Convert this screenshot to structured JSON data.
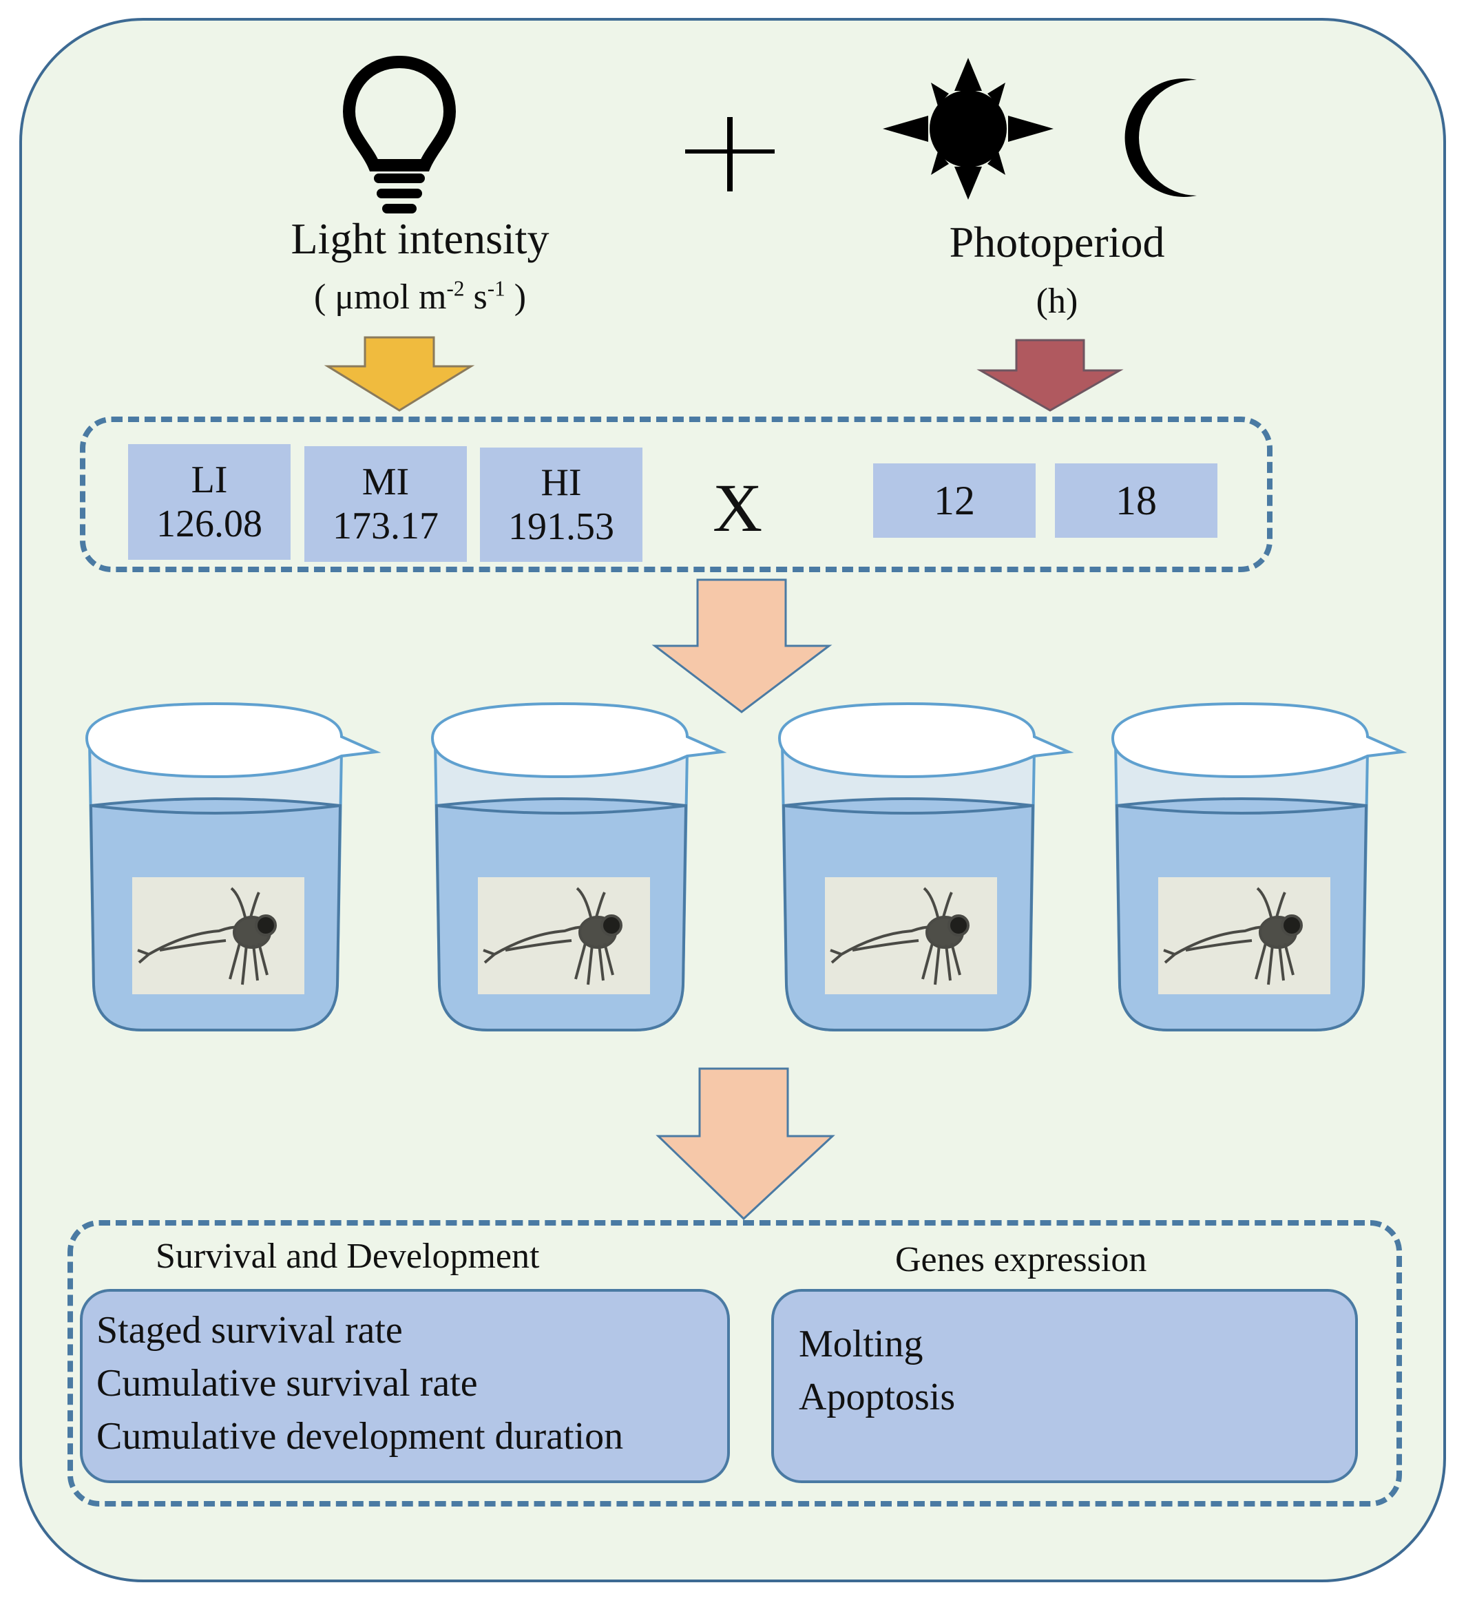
{
  "factors": {
    "light": {
      "icon": "light-bulb-icon",
      "title": "Light intensity",
      "unit_open": "( μmol m",
      "unit_exp1": "-2",
      "unit_mid": " s",
      "unit_exp2": "-1",
      "unit_close": " )",
      "arrow_color": "#f0bb3e"
    },
    "operator": "+",
    "photoperiod": {
      "icons": [
        "sun-icon",
        "moon-icon"
      ],
      "title": "Photoperiod",
      "unit": "(h)",
      "arrow_color": "#b0595f"
    }
  },
  "treatments": {
    "light_levels": [
      {
        "code": "LI",
        "value": "126.08"
      },
      {
        "code": "MI",
        "value": "173.17"
      },
      {
        "code": "HI",
        "value": "191.53"
      }
    ],
    "cross_symbol": "X",
    "photoperiods": [
      "12",
      "18"
    ]
  },
  "flow_arrow_color": "#f6c8a9",
  "beakers": {
    "count": 4,
    "content": "shrimp-larva-photo",
    "water_color": "#a2c4e6"
  },
  "outcomes": {
    "survival": {
      "heading": "Survival and Development",
      "items": [
        "Staged survival rate",
        "Cumulative survival rate",
        "Cumulative development duration"
      ]
    },
    "genes": {
      "heading": "Genes expression",
      "items": [
        "Molting",
        "Apoptosis"
      ]
    }
  },
  "colors": {
    "panel_bg": "#eef5e9",
    "border": "#3d6a93",
    "box_fill": "#b3c6e7"
  }
}
